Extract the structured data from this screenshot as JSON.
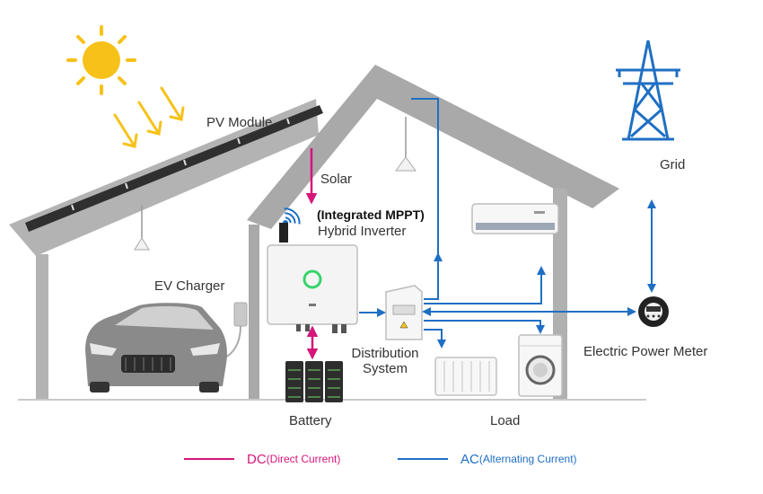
{
  "labels": {
    "pv_module": "PV Module",
    "solar": "Solar",
    "inverter_title": "(Integrated MPPT)",
    "inverter_name": "Hybrid Inverter",
    "ev_charger": "EV Charger",
    "grid": "Grid",
    "distribution_line1": "Distribution",
    "distribution_line2": "System",
    "battery": "Battery",
    "load": "Load",
    "meter": "Electric Power Meter"
  },
  "legend": {
    "dc_abbr": "DC",
    "dc_full": "(Direct Current)",
    "ac_abbr": "AC",
    "ac_full": "(Alternating Current)"
  },
  "colors": {
    "dc": "#d6157a",
    "ac": "#1f6fc4",
    "house": "#a9a9a9",
    "sun": "#f6c21a"
  },
  "icons": [
    "sun-icon",
    "solar-panel-icon",
    "wifi-icon",
    "inverter-icon",
    "battery-icon",
    "car-icon",
    "ev-charger-icon",
    "lamp-icon",
    "air-conditioner-icon",
    "radiator-icon",
    "washing-machine-icon",
    "distribution-box-icon",
    "power-meter-icon",
    "transmission-tower-icon"
  ]
}
